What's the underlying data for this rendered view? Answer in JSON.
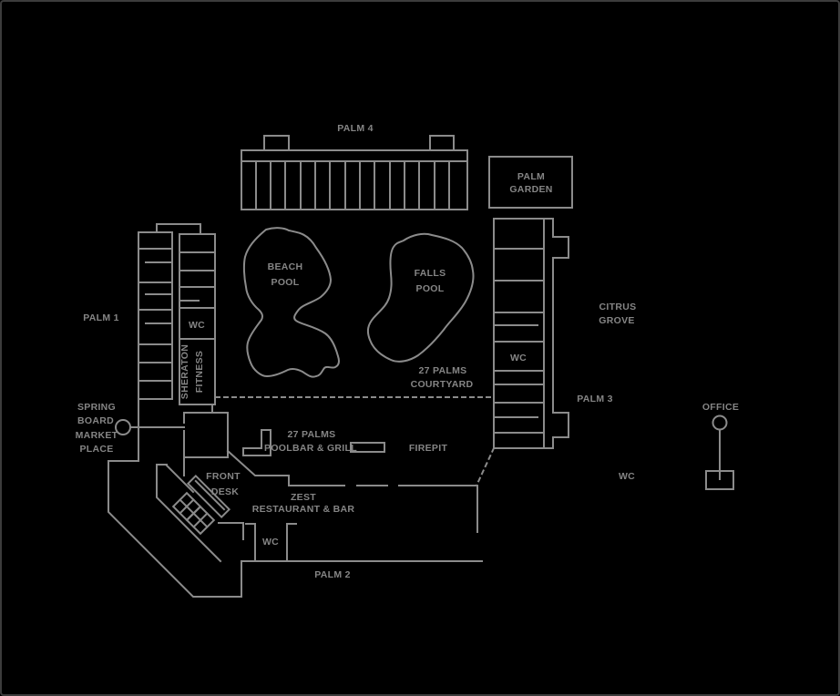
{
  "map_title": "Sheraton resort site plan",
  "labels": {
    "palm_4": "PALM 4",
    "palm_garden_line1": "PALM",
    "palm_garden_line2": "GARDEN",
    "beach_pool_line1": "BEACH",
    "beach_pool_line2": "POOL",
    "falls_pool_line1": "FALLS",
    "falls_pool_line2": "POOL",
    "palm_1": "PALM 1",
    "palm_1_wing_wc": "WC",
    "fitness_line1": "SHERATON",
    "fitness_line2": "FITNESS",
    "courtyard_line1": "27 PALMS",
    "courtyard_line2": "COURTYARD",
    "citrus_grove_line1": "CITRUS",
    "citrus_grove_line2": "GROVE",
    "palm_3": "PALM 3",
    "palm_3_wing_wc": "WC",
    "springboard_line1": "SPRING",
    "springboard_line2": "BOARD",
    "springboard_line3": "MARKET",
    "springboard_line4": "PLACE",
    "poolbar_line1": "27 PALMS",
    "poolbar_line2": "POOLBAR & GRILL",
    "firepit": "FIREPIT",
    "office": "OFFICE",
    "office_wc": "WC",
    "front_desk_line1": "FRONT",
    "front_desk_line2": "DESK",
    "zest_line1": "ZEST",
    "zest_line2": "RESTAURANT & BAR",
    "lobby_wc": "WC",
    "palm_2": "PALM 2"
  },
  "colors": {
    "background": "#000000",
    "line": "#8b8b8b",
    "text": "#858585",
    "border": "#3c3c3c"
  }
}
